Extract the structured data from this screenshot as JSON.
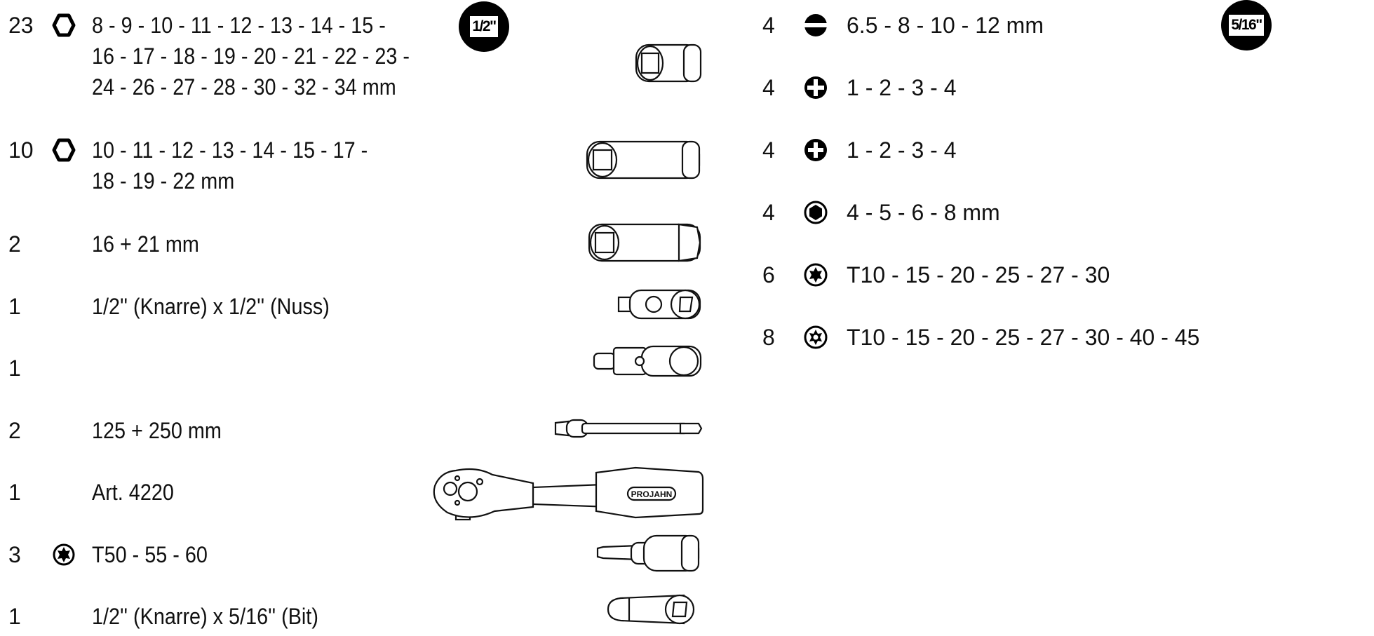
{
  "left_section": {
    "drive_badge": "1/2\"",
    "rows": [
      {
        "count": "23",
        "icon": "hex-socket-icon",
        "lines": [
          "8 - 9 - 10 - 11 - 12 - 13 - 14 - 15 -",
          "16 - 17 - 18 - 19 - 20 - 21 - 22 - 23 -",
          "24 - 26 - 27 - 28 - 30 - 32 - 34 mm"
        ]
      },
      {
        "count": "10",
        "icon": "hex-socket-icon",
        "lines": [
          "10 - 11 - 12 - 13 - 14 - 15 - 17 -",
          "18 - 19 - 22 mm"
        ]
      },
      {
        "count": "2",
        "lines": [
          "16 + 21 mm"
        ]
      },
      {
        "count": "1",
        "lines": [
          "1/2'' (Knarre) x 1/2'' (Nuss)"
        ]
      },
      {
        "count": "1",
        "lines": []
      },
      {
        "count": "2",
        "lines": [
          "125 + 250 mm"
        ]
      },
      {
        "count": "1",
        "lines": [
          "Art. 4220"
        ]
      },
      {
        "count": "3",
        "icon": "torx-icon",
        "lines": [
          "T50 - 55 - 60"
        ]
      },
      {
        "count": "1",
        "lines": [
          "1/2'' (Knarre) x 5/16'' (Bit)"
        ]
      }
    ],
    "ratchet_brand": "PROJAHN"
  },
  "right_section": {
    "drive_badge": "5/16\"",
    "rows": [
      {
        "count": "4",
        "icon": "slotted-icon",
        "text": "6.5 - 8 - 10 - 12 mm"
      },
      {
        "count": "4",
        "icon": "phillips-icon",
        "text": "1 - 2 - 3 - 4"
      },
      {
        "count": "4",
        "icon": "pozidriv-icon",
        "text": "1 - 2 - 3 - 4"
      },
      {
        "count": "4",
        "icon": "hex-bit-icon",
        "text": "4 - 5 - 6 - 8 mm"
      },
      {
        "count": "6",
        "icon": "torx-icon",
        "text": "T10 - 15 - 20 - 25 - 27 - 30"
      },
      {
        "count": "8",
        "icon": "torx-tamper-icon",
        "text": "T10 - 15 - 20 - 25 - 27 - 30 - 40 - 45"
      }
    ]
  }
}
